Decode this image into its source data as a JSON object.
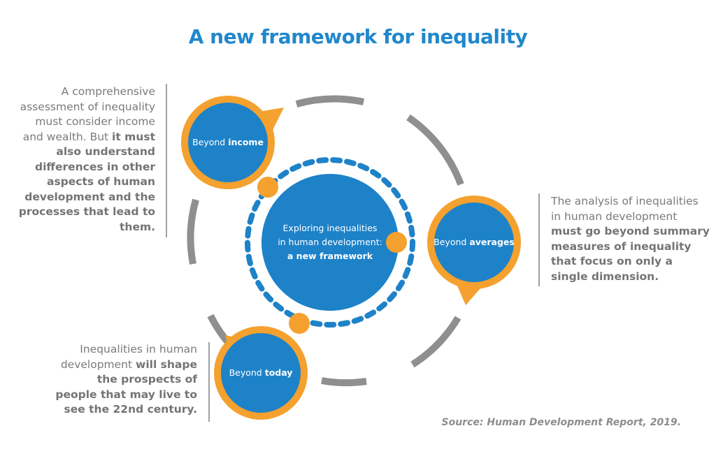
{
  "title": "A new framework for inequality",
  "colors": {
    "title_blue": "#2187cc",
    "circle_blue": "#1e82c8",
    "ring_orange": "#f4a12f",
    "arc_grey": "#8f8f8f",
    "text_grey": "#7a7a7a"
  },
  "center": {
    "line1": "Exploring inequalities",
    "line2": "in human development:",
    "line3": "a new framework"
  },
  "nodes": [
    {
      "id": "income",
      "prefix": "Beyond ",
      "emphasis": "income"
    },
    {
      "id": "averages",
      "prefix": "Beyond ",
      "emphasis": "averages"
    },
    {
      "id": "today",
      "prefix": "Beyond ",
      "emphasis": "today"
    }
  ],
  "notes": {
    "income": {
      "regular": "A comprehensive assessment of inequality must consider income and wealth. But ",
      "bold": "it must also understand differences in other aspects of human development and the processes that lead to them."
    },
    "averages": {
      "regular": "The analysis of inequalities in human development ",
      "bold": "must go beyond summary measures of inequality that focus on only a single dimension."
    },
    "today": {
      "regular": "Inequalities in human development ",
      "bold": "will shape the prospects of people that may live to see the 22nd century."
    }
  },
  "source": "Source: Human Development Report, 2019."
}
